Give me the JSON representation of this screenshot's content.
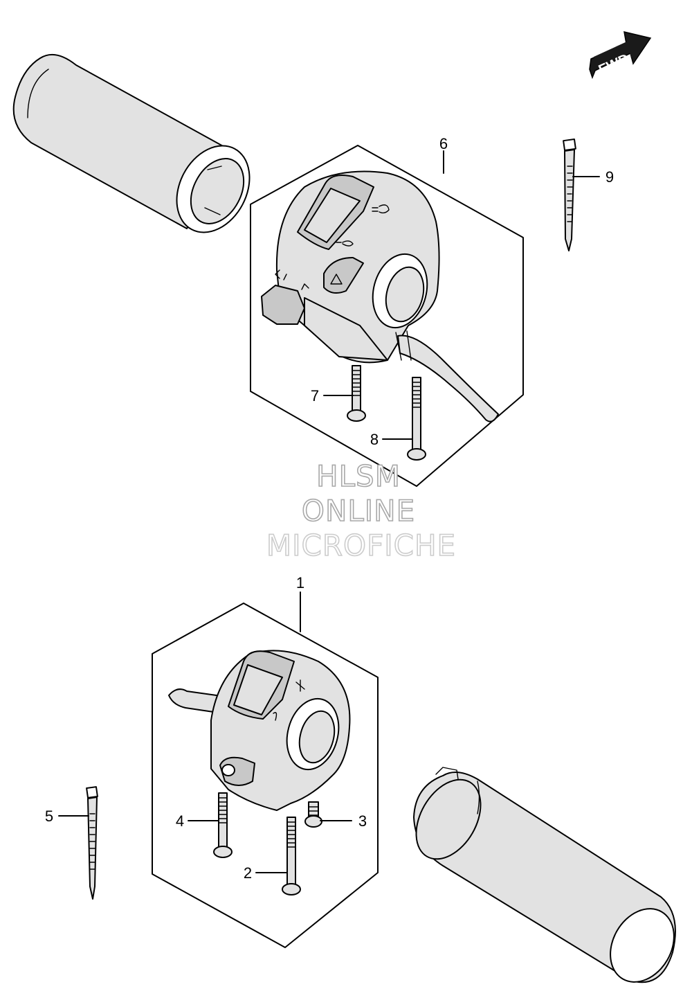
{
  "badge": {
    "fwd": "FWD"
  },
  "watermark": {
    "line1": "HLSM",
    "line2": "ONLINE",
    "line3": "MICROFICHE"
  },
  "callouts": [
    "6",
    "9",
    "7",
    "8",
    "1",
    "5",
    "4",
    "3",
    "2"
  ],
  "icons": [
    "fwd-arrow-icon",
    "headlight-icon",
    "hazard-icon",
    "turn-signal-icon",
    "horn-icon"
  ],
  "colors": {
    "line": "#000000",
    "fill": "#e2e2e2",
    "watermark": "#a8a8a8"
  }
}
